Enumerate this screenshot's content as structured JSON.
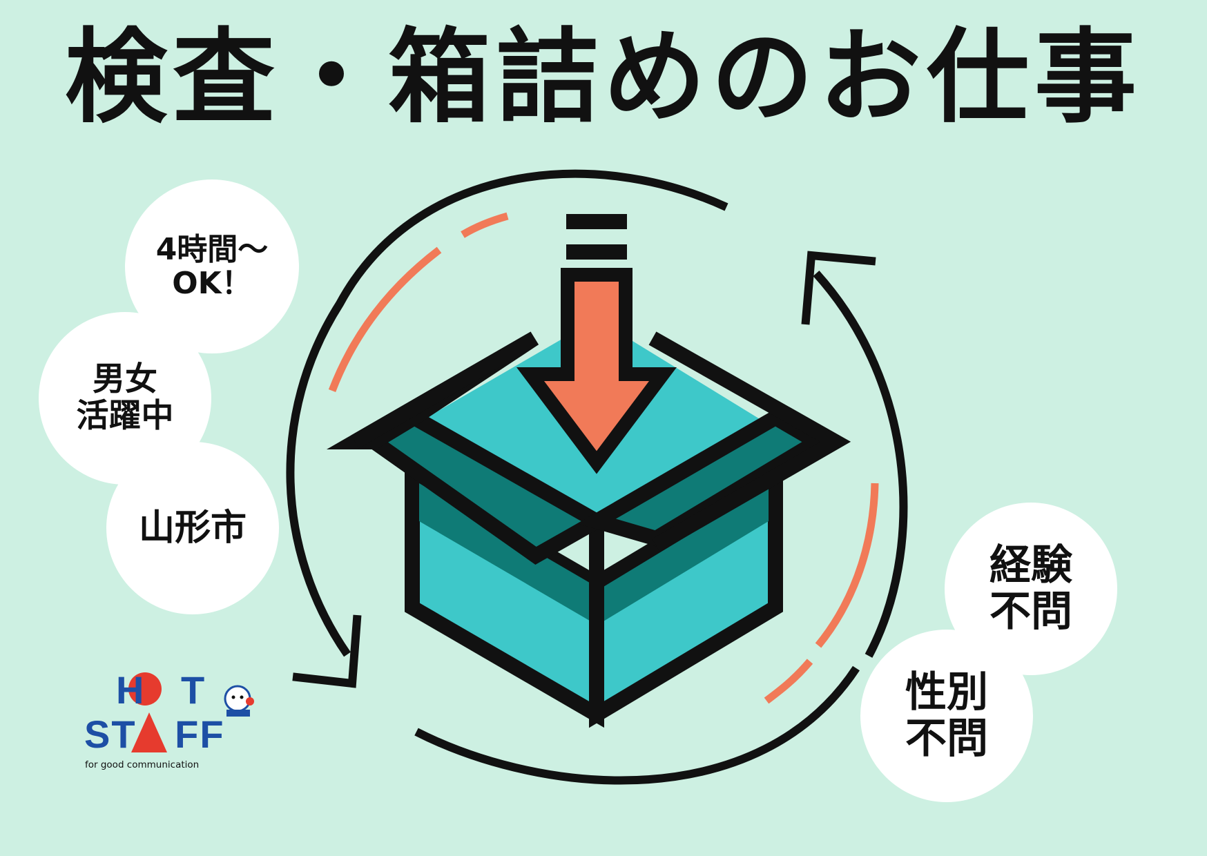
{
  "title": "検査・箱詰めのお仕事",
  "bubbles": {
    "hours": "4時間〜\nOK！",
    "gender_active": "男女\n活躍中",
    "city": "山形市",
    "experience": "経験\n不問",
    "gender": "性別\n不問"
  },
  "logo": {
    "line1": "H T",
    "line2": "ST FF",
    "tagline": "for good communication"
  },
  "colors": {
    "background": "#cdf0e2",
    "box_teal": "#3ec8c9",
    "box_dark": "#0f7b76",
    "accent_orange": "#f17a58",
    "logo_blue": "#1d4fa5",
    "logo_red": "#e63b2e"
  }
}
